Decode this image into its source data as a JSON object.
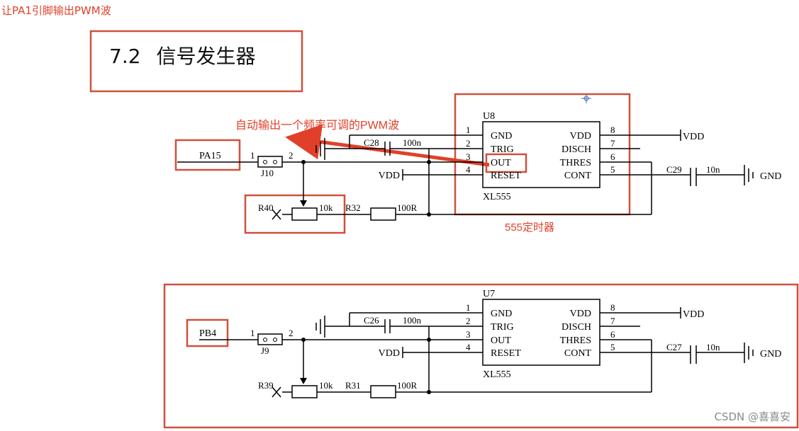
{
  "top_note": "让PA1引脚输出PWM波",
  "section": {
    "number": "7.2",
    "title": "信号发生器"
  },
  "annotations": {
    "arrow_label": "自动输出一个频率可调的PWM波",
    "timer_label": "555定时器"
  },
  "watermark": "CSDN @喜喜安",
  "colors": {
    "highlight": "#d0503c",
    "annotation_text": "#e0402a"
  },
  "circuit_top": {
    "net_label": "PA15",
    "jumper": "J10",
    "jumper_pin1": "1",
    "jumper_pin2": "2",
    "pot": "R40",
    "pot_value": "10k",
    "resistor": "R32",
    "resistor_value": "100R",
    "cap_left": "C28",
    "cap_left_value": "100n",
    "cap_right": "C29",
    "cap_right_value": "10n",
    "vdd_left": "VDD",
    "vdd_right": "VDD",
    "gnd": "GND",
    "ic_ref": "U8",
    "ic_part": "XL555",
    "pins_left": [
      {
        "num": "1",
        "name": "GND"
      },
      {
        "num": "2",
        "name": "TRIG"
      },
      {
        "num": "3",
        "name": "OUT"
      },
      {
        "num": "4",
        "name": "RESET"
      }
    ],
    "pins_right": [
      {
        "num": "8",
        "name": "VDD"
      },
      {
        "num": "7",
        "name": "DISCH"
      },
      {
        "num": "6",
        "name": "THRES"
      },
      {
        "num": "5",
        "name": "CONT"
      }
    ]
  },
  "circuit_bottom": {
    "net_label": "PB4",
    "jumper": "J9",
    "jumper_pin1": "1",
    "jumper_pin2": "2",
    "pot": "R39",
    "pot_value": "10k",
    "resistor": "R31",
    "resistor_value": "100R",
    "cap_left": "C26",
    "cap_left_value": "100n",
    "cap_right": "C27",
    "cap_right_value": "10n",
    "vdd_left": "VDD",
    "vdd_right": "VDD",
    "gnd": "GND",
    "ic_ref": "U7",
    "ic_part": "XL555",
    "pins_left": [
      {
        "num": "1",
        "name": "GND"
      },
      {
        "num": "2",
        "name": "TRIG"
      },
      {
        "num": "3",
        "name": "OUT"
      },
      {
        "num": "4",
        "name": "RESET"
      }
    ],
    "pins_right": [
      {
        "num": "8",
        "name": "VDD"
      },
      {
        "num": "7",
        "name": "DISCH"
      },
      {
        "num": "6",
        "name": "THRES"
      },
      {
        "num": "5",
        "name": "CONT"
      }
    ]
  }
}
